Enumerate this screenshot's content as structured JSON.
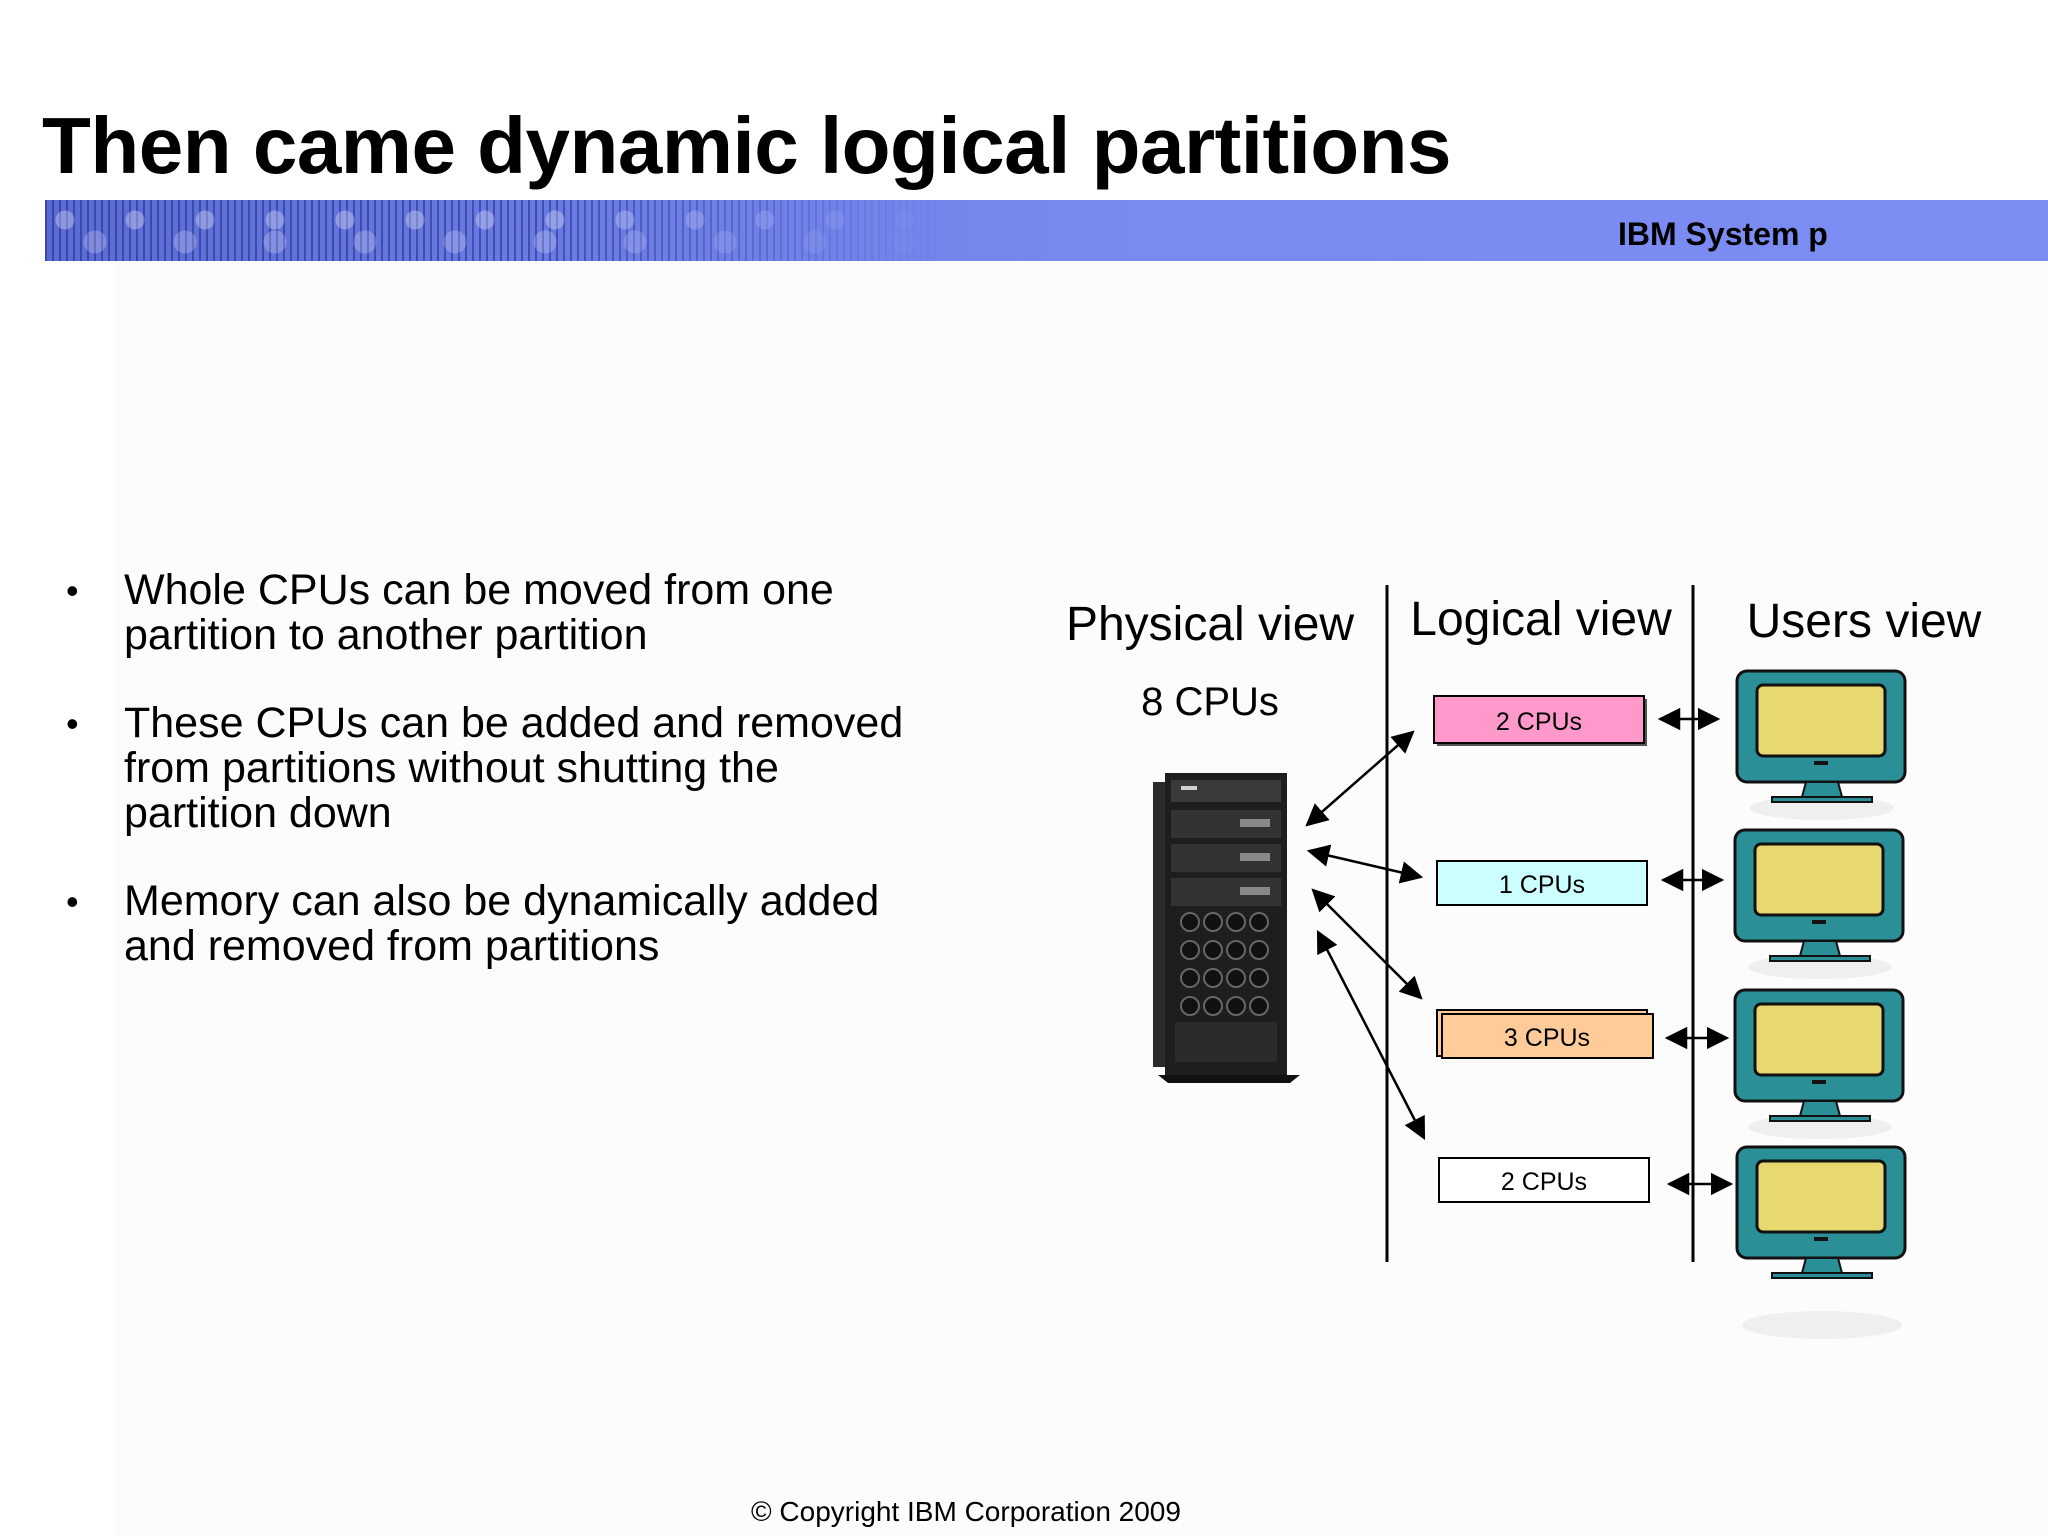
{
  "slide": {
    "title": "Then came dynamic logical partitions",
    "brand": "IBM System p",
    "copyright": "© Copyright IBM Corporation  2009"
  },
  "bullets": [
    {
      "lines": [
        "Whole CPUs can be moved from one",
        "partition to another partition"
      ]
    },
    {
      "lines": [
        "These CPUs can be added and removed",
        "from partitions without shutting the",
        "partition down"
      ]
    },
    {
      "lines": [
        "Memory can also be dynamically added",
        "and removed from partitions"
      ]
    }
  ],
  "diagram": {
    "headers": {
      "physical": "Physical view",
      "logical": "Logical view",
      "users": "Users view"
    },
    "physical_cpus": "8 CPUs",
    "server_icon": "server-rack-icon",
    "monitor_icon": "monitor-icon",
    "partitions": [
      {
        "label": "2 CPUs",
        "color": "#ff99cc"
      },
      {
        "label": "1 CPUs",
        "color": "#ccffff"
      },
      {
        "label": "3 CPUs",
        "color": "#ffcc99"
      },
      {
        "label": "2 CPUs",
        "color": "#ffffff"
      }
    ],
    "monitor_colors": {
      "frame": "#2a8f96",
      "screen": "#e8d870"
    }
  }
}
